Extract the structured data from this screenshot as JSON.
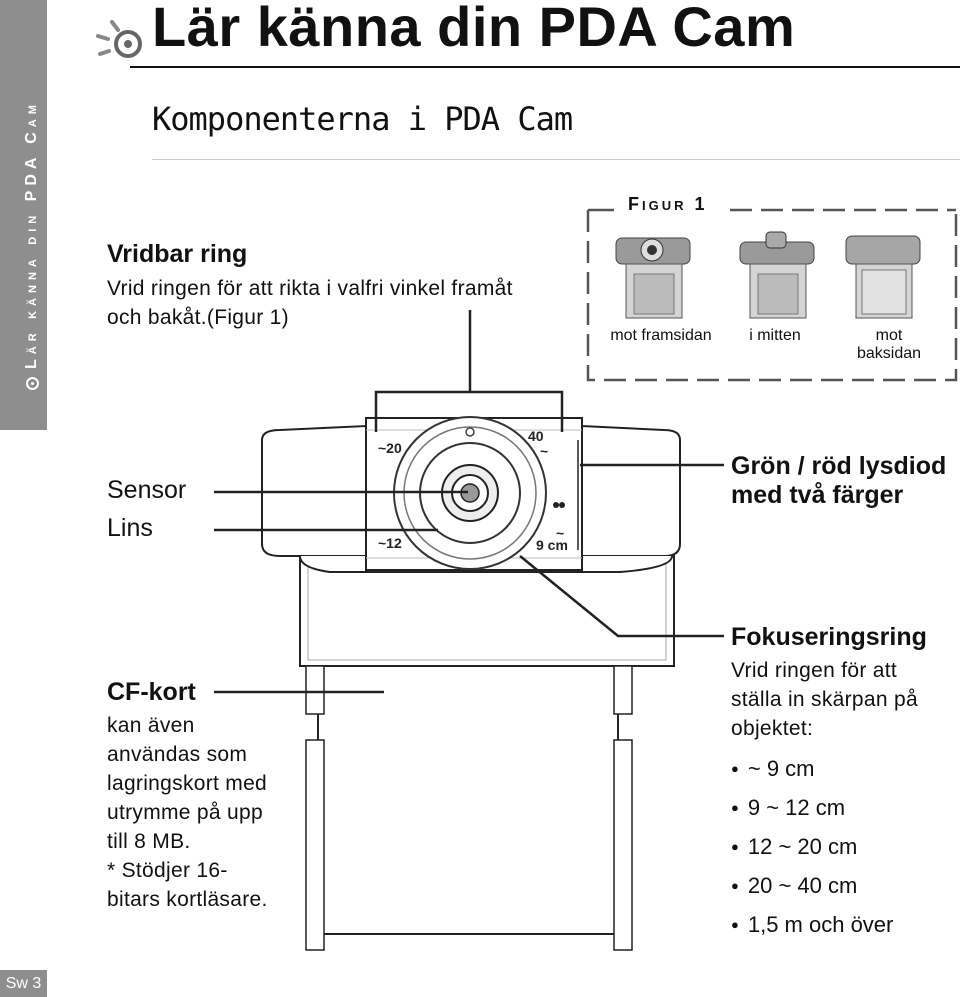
{
  "sidebar": {
    "text": "Lär känna din PDA Cam"
  },
  "header": {
    "title": "Lär känna din PDA Cam",
    "subtitle": "Komponenterna i PDA Cam"
  },
  "figure": {
    "title": "Figur 1",
    "captions": [
      "mot framsidan",
      "i mitten",
      "mot baksidan"
    ]
  },
  "callouts": {
    "vridbar": {
      "heading": "Vridbar ring",
      "line1": "Vrid ringen för att rikta i valfri vinkel framåt",
      "line2": "och bakåt.(Figur 1)"
    },
    "sensor": "Sensor",
    "lins": "Lins",
    "lysdiod": {
      "line1": "Grön / röd lysdiod",
      "line2": "med två färger"
    },
    "cf": {
      "heading": "CF-kort",
      "lines": [
        "kan även",
        "användas som",
        "lagringskort med",
        "utrymme på upp",
        "till 8 MB.",
        "* Stödjer 16-",
        "bitars kortläsare."
      ]
    },
    "fokus": {
      "heading": "Fokuseringsring",
      "lines": [
        "Vrid ringen för att",
        "ställa in skärpan på",
        "objektet:"
      ],
      "bullets": [
        "~ 9 cm",
        "9 ~ 12 cm",
        "12 ~ 20 cm",
        "20 ~ 40 cm",
        "1,5 m och över"
      ]
    }
  },
  "dial": {
    "l20": "~20",
    "l40": "40",
    "l12": "~12",
    "l9": "9 cm",
    "tilde": "~"
  },
  "footer": {
    "page": "Sw 3"
  }
}
